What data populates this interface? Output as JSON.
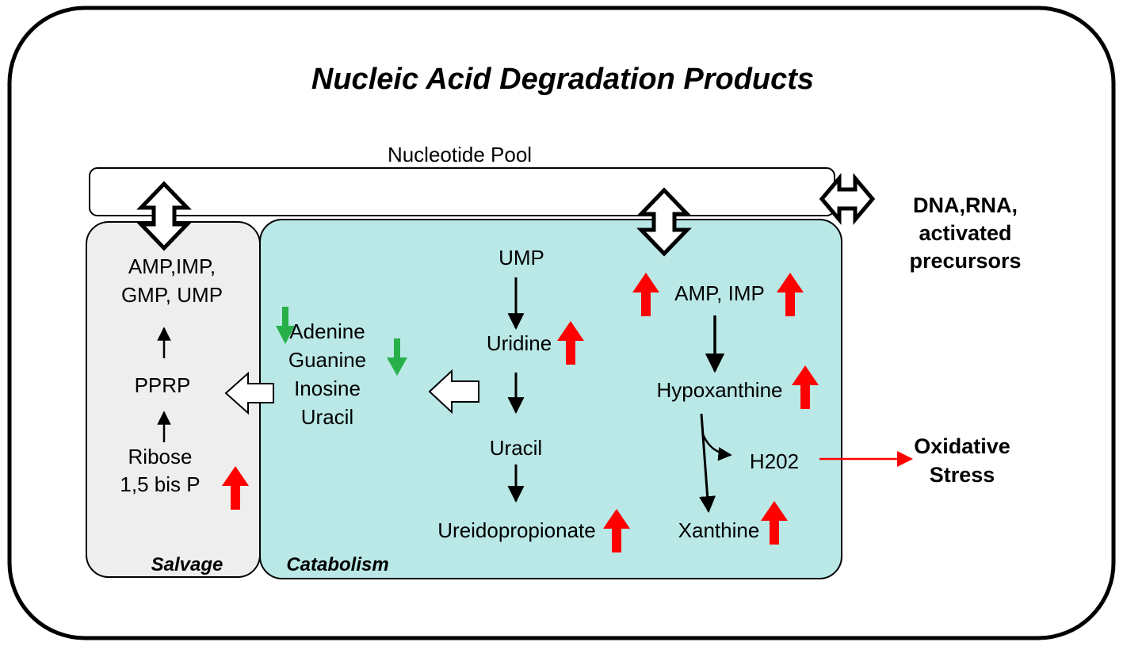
{
  "title": "Nucleic Acid Degradation Products",
  "nucleotide_pool": "Nucleotide Pool",
  "external": {
    "line1": "DNA,RNA,",
    "line2": "activated",
    "line3": "precursors"
  },
  "salvage": {
    "label": "Salvage",
    "nucleotides_line1": "AMP,IMP,",
    "nucleotides_line2": "GMP, UMP",
    "pprp": "PPRP",
    "ribose_line1": "Ribose",
    "ribose_line2": "1,5 bis P",
    "ribose_change": "up"
  },
  "catabolism": {
    "label": "Catabolism",
    "bases": [
      {
        "name": "Adenine",
        "change": "down"
      },
      {
        "name": "Guanine",
        "change": "down"
      },
      {
        "name": "Inosine",
        "change": "none"
      },
      {
        "name": "Uracil",
        "change": "none"
      }
    ],
    "pyrimidine_path": [
      {
        "name": "UMP",
        "change": "none"
      },
      {
        "name": "Uridine",
        "change": "up"
      },
      {
        "name": "Uracil",
        "change": "none"
      },
      {
        "name": "Ureidopropionate",
        "change": "up"
      }
    ],
    "purine_path": {
      "top": {
        "name": "AMP, IMP",
        "change": "up"
      },
      "middle": {
        "name": "Hypoxanthine",
        "change": "up"
      },
      "byproduct": "H202",
      "bottom": {
        "name": "Xanthine",
        "change": "up"
      }
    }
  },
  "outcome": {
    "line1": "Oxidative",
    "line2": "Stress"
  },
  "colors": {
    "catabolism_fill": "#b9e8e6",
    "salvage_fill": "#eeeeee",
    "increase_arrow": "#ff0000",
    "decrease_arrow": "#27b04a",
    "outcome_arrow": "#ff0000"
  }
}
